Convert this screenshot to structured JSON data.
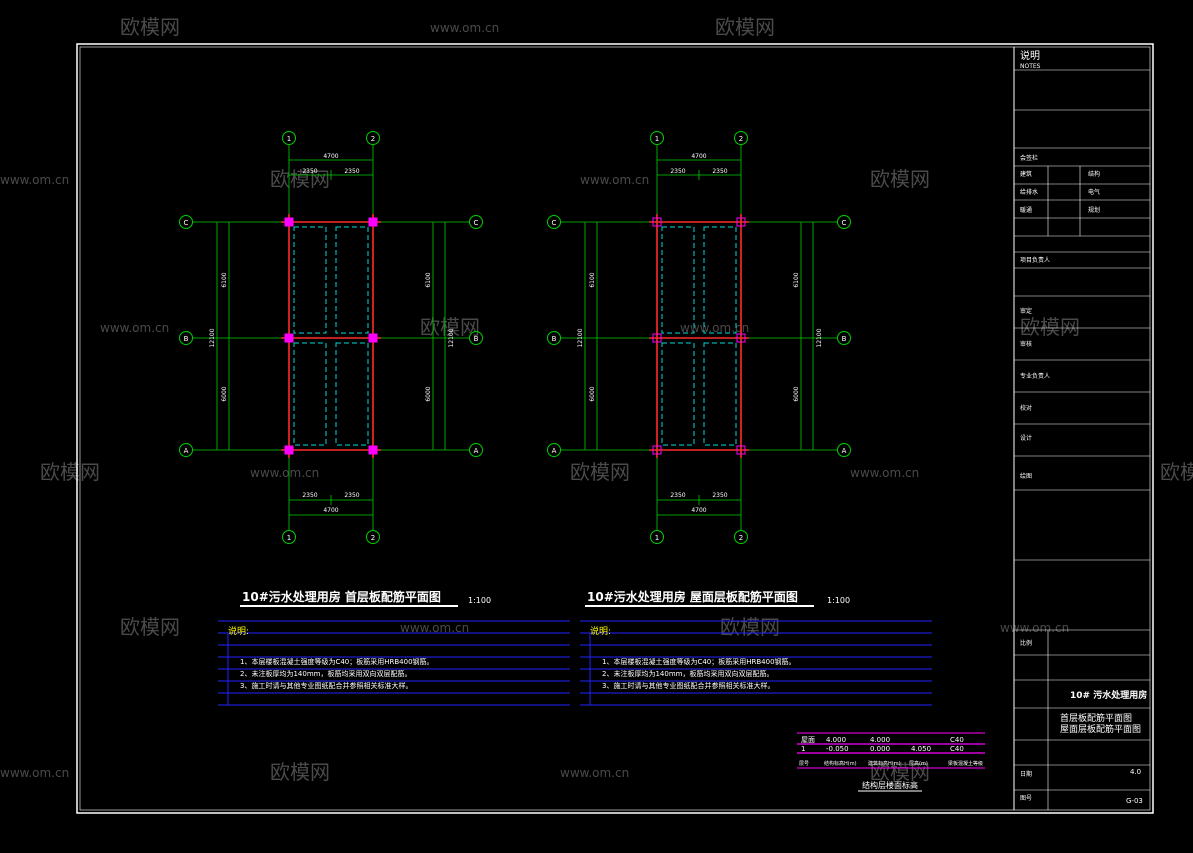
{
  "watermark": {
    "brand": "欧模网",
    "url": "www.om.cn"
  },
  "colors": {
    "frame": "#ffffff",
    "grid": "#00d000",
    "beam": "#ff2a2a",
    "rebar": "#00d7d7",
    "column": "#ff00ff",
    "title": "#ffffff",
    "notes_rule": "#2222ff",
    "notes_head": "#ffff00",
    "notes_text": "#ffffff",
    "table": "#ff00ff"
  },
  "plans": [
    {
      "id": "ground",
      "title": "10#污水处理用房 首层板配筋平面图",
      "scale": "1:100",
      "axes_x": [
        "1",
        "2"
      ],
      "axes_y": [
        "A",
        "B",
        "C"
      ],
      "dim_top_total": "4700",
      "dim_top_parts": [
        "2350",
        "2350"
      ],
      "dim_bottom_total": "4700",
      "dim_bottom_parts": [
        "2350",
        "2350"
      ],
      "dim_left_parts": [
        "6100",
        "6000"
      ],
      "dim_left_total": "12100",
      "dim_right_parts": [
        "6100",
        "6000"
      ],
      "dim_right_total": "12100",
      "notes_head": "说明:",
      "notes": [
        "1、本层楼板混凝土强度等级为C40；板筋采用HRB400钢筋。",
        "2、未注板厚均为140mm，板筋均采用双向双层配筋。",
        "3、施工时请与其他专业图纸配合并参照相关标准大样。"
      ]
    },
    {
      "id": "roof",
      "title": "10#污水处理用房 屋面层板配筋平面图",
      "scale": "1:100",
      "axes_x": [
        "1",
        "2"
      ],
      "axes_y": [
        "A",
        "B",
        "C"
      ],
      "dim_top_total": "4700",
      "dim_top_parts": [
        "2350",
        "2350"
      ],
      "dim_bottom_total": "4700",
      "dim_bottom_parts": [
        "2350",
        "2350"
      ],
      "dim_left_parts": [
        "6100",
        "6000"
      ],
      "dim_left_total": "12100",
      "dim_right_parts": [
        "6100",
        "6000"
      ],
      "dim_right_total": "12100",
      "notes_head": "说明:",
      "notes": [
        "1、本层楼板混凝土强度等级为C40；板筋采用HRB400钢筋。",
        "2、未注板厚均为140mm，板筋均采用双向双层配筋。",
        "3、施工时请与其他专业图纸配合并参照相关标准大样。"
      ]
    }
  ],
  "level_table": {
    "caption": "结构层楼面标高",
    "rows": [
      [
        "屋面",
        "4.000",
        "4.000",
        "",
        "C40"
      ],
      [
        "1",
        "-0.050",
        "0.000",
        "4.050",
        "C40"
      ]
    ],
    "headers": [
      "层号",
      "结构标高H(m)",
      "建筑标高H(m)",
      "层高(m)",
      "梁板混凝土等级"
    ]
  },
  "title_block": {
    "notes_cn": "说明",
    "notes_en": "NOTES",
    "project_name": "10# 污水处理用房",
    "drawing_title_1": "首层板配筋平面图",
    "drawing_title_2": "屋面层板配筋平面图",
    "labels": [
      "会签栏",
      "建筑",
      "结构",
      "给排水",
      "电气",
      "暖通",
      "规划",
      "项目负责人",
      "审定",
      "审核",
      "专业负责人",
      "校对",
      "设计",
      "绘图",
      "图号",
      "日期",
      "比例"
    ],
    "values": [
      "4.0",
      "G-03"
    ]
  }
}
